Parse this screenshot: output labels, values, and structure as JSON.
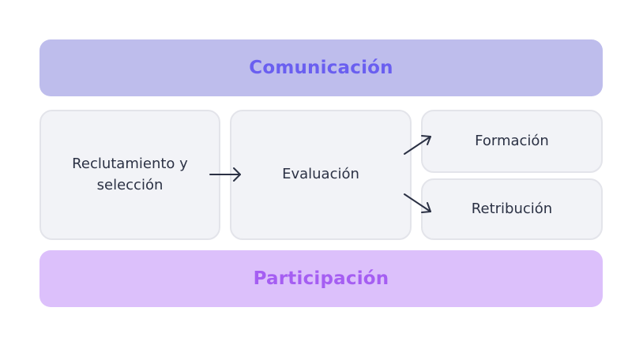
{
  "top_band": {
    "label": "Comunicación"
  },
  "bottom_band": {
    "label": "Participación"
  },
  "steps": {
    "recruitment": "Reclutamiento y selección",
    "evaluation": "Evaluación",
    "training": "Formación",
    "compensation": "Retribución"
  },
  "colors": {
    "top_band_bg": "#bebdec",
    "top_band_text": "#6a5ff0",
    "bottom_band_bg": "#dcc0fb",
    "bottom_band_text": "#a55ef2",
    "box_bg": "#f2f3f7",
    "arrow": "#2b3144"
  }
}
